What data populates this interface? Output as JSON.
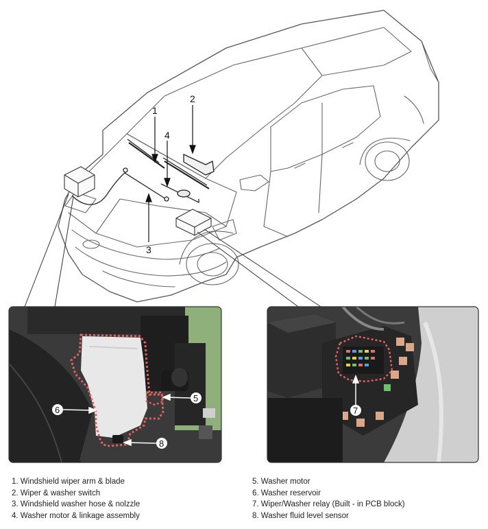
{
  "callouts": {
    "c1": "1",
    "c2": "2",
    "c3": "3",
    "c4": "4",
    "c5": "5",
    "c6": "6",
    "c7": "7",
    "c8": "8"
  },
  "legend": {
    "left": [
      "1. Windshield wiper arm & blade",
      "2. Wiper & washer switch",
      "3. Windshield washer hose & nolzzle",
      "4. Washer motor & linkage assembly"
    ],
    "right": [
      "5. Washer motor",
      "6. Washer reservoir",
      "7. Wiper/Washer relay (Built - in PCB block)",
      "8. Washer fluid level sensor"
    ]
  },
  "colors": {
    "line": "#333333",
    "car_outline": "#555555",
    "highlight": "#e06060",
    "photo_green": "#8fb07a",
    "fuse_accents": [
      "#e8d14a",
      "#6fc06f",
      "#5aa0e0",
      "#e07070",
      "#d9a78a"
    ]
  }
}
